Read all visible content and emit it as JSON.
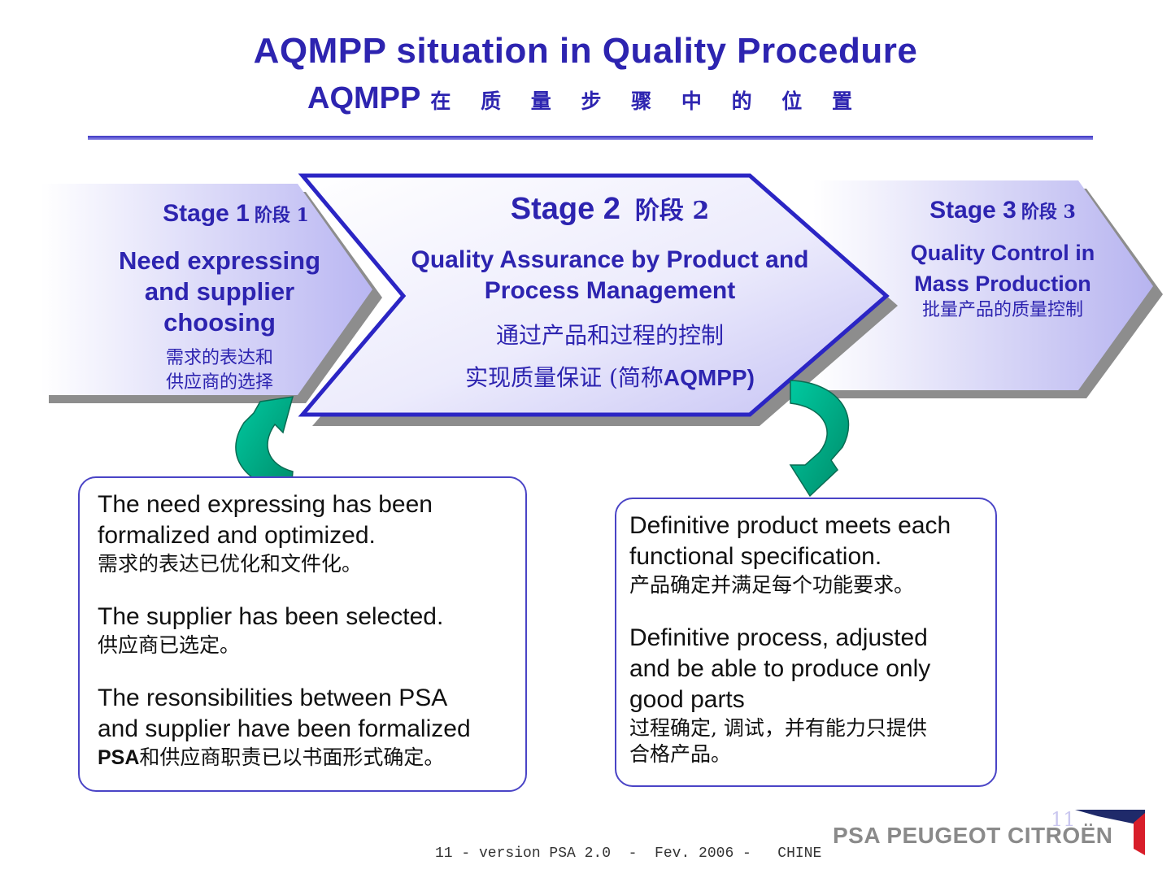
{
  "title": "AQMPP situation in Quality Procedure",
  "subtitle": {
    "latin": "AQMPP",
    "chinese": "在 质 量 步 骤 中 的 位 置"
  },
  "stages": [
    {
      "label": "Stage 1",
      "label_cn": "阶段 1",
      "body": [
        "Need expressing",
        "and supplier",
        "choosing"
      ],
      "body_cn": [
        "需求的表达和",
        "供应商的选择"
      ]
    },
    {
      "label": "Stage 2",
      "label_cn": "阶段 2",
      "body": [
        "Quality Assurance by Product and",
        "Process Management"
      ],
      "body_cn_1": "通过产品和过程的控制",
      "body_cn_2_prefix": "实现质量保证 (简称",
      "body_cn_2_bold": "AQMPP)"
    },
    {
      "label": "Stage 3",
      "label_cn": "阶段 3",
      "body": [
        "Quality Control in",
        "Mass Production"
      ],
      "body_cn": [
        "批量产品的质量控制"
      ]
    }
  ],
  "left_box": {
    "items": [
      {
        "en": [
          "The need expressing has been",
          "formalized and optimized."
        ],
        "cn": "需求的表达已优化和文件化。"
      },
      {
        "en": [
          "The supplier has been selected."
        ],
        "cn": "供应商已选定。"
      },
      {
        "en": [
          "The resonsibilities between PSA",
          "and supplier have been formalized"
        ],
        "cn_prefix": "PSA",
        "cn": "和供应商职责已以书面形式确定。"
      }
    ]
  },
  "right_box": {
    "items": [
      {
        "en": [
          "Definitive product meets each",
          "functional specification."
        ],
        "cn": "产品确定并满足每个功能要求。"
      },
      {
        "en": [
          "Definitive process, adjusted",
          "and be able to produce only",
          "good parts"
        ],
        "cn": [
          "过程确定, 调试，并有能力只提供",
          "合格产品。"
        ]
      }
    ]
  },
  "footer": "11 - version PSA 2.0  -  Fev. 2006 -   CHINE",
  "page_number": "11",
  "logo": "PSA PEUGEOT CITROËN",
  "colors": {
    "title": "#2d24b0",
    "accent": "#2b25c4",
    "cycle_arrow": "#00b88a",
    "shadow": "#8a8a8a",
    "logo_red": "#d81e2a"
  }
}
